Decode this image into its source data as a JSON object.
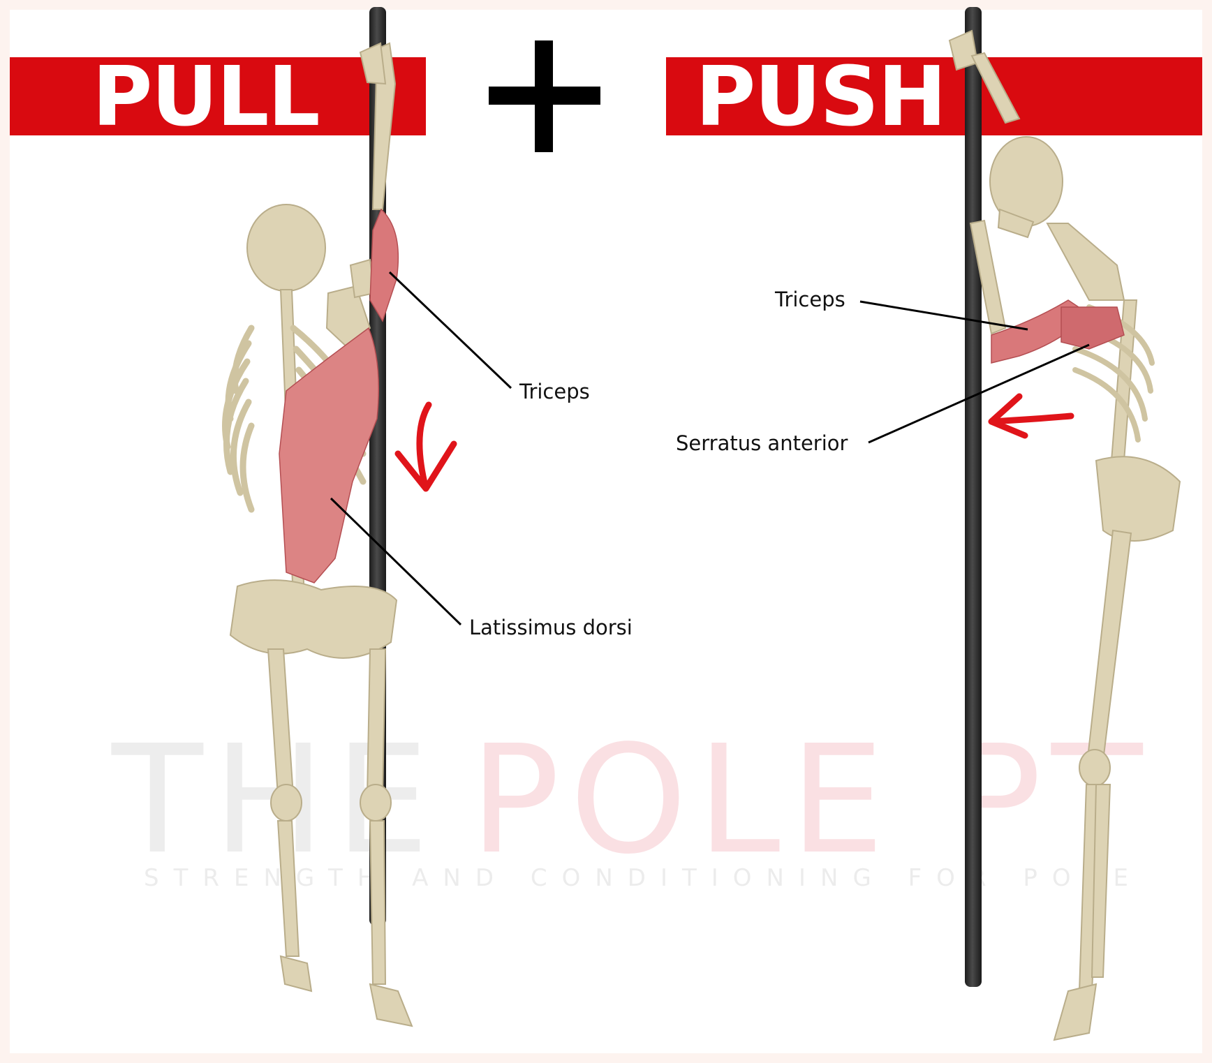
{
  "headers": {
    "left": "PULL",
    "right": "PUSH"
  },
  "labels": {
    "pull_triceps": "Triceps",
    "pull_lats": "Latissimus dorsi",
    "push_triceps": "Triceps",
    "push_serratus": "Serratus anterior"
  },
  "watermark": {
    "word_a": "THE",
    "word_b": "POLE PT",
    "tagline": "STRENGTH AND CONDITIONING FOR POLE"
  },
  "colors": {
    "banner": "#d90a10",
    "arrow": "#e0141a",
    "muscle": "#d9787a",
    "bone": "#ddd3b4",
    "pole": "#2b2b2b",
    "watermark_gray": "#e6e6e6",
    "watermark_pink": "#f7d6d8",
    "background": "#fdf3ef"
  },
  "icons": {
    "combine": "plus-icon",
    "pull_direction": "arrow-down-icon",
    "push_direction": "arrow-left-icon"
  }
}
